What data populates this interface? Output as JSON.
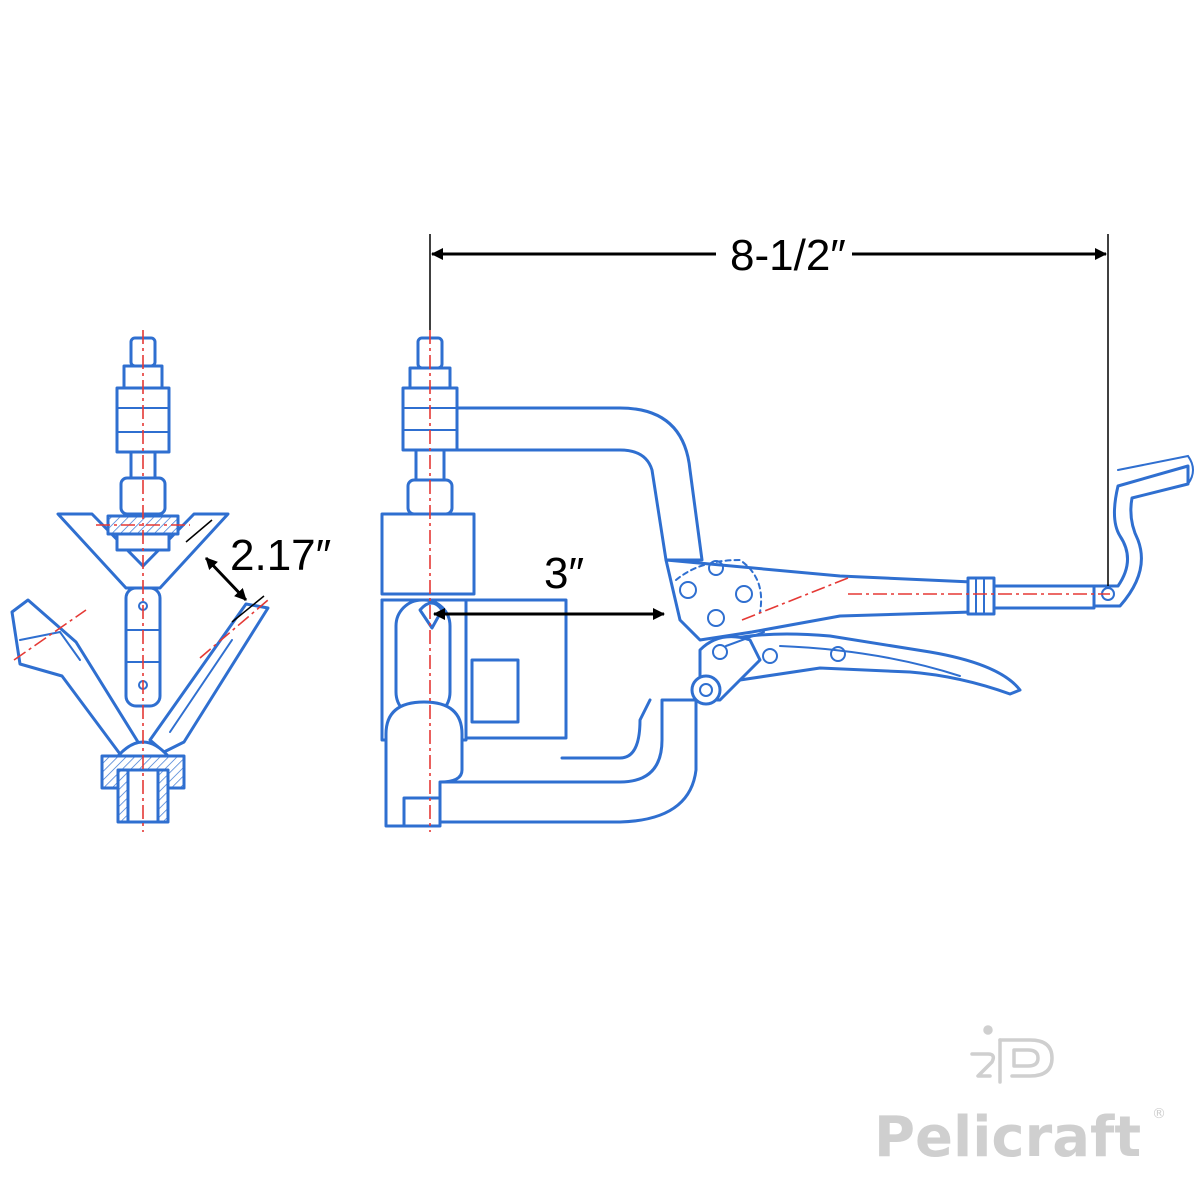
{
  "dimensions": {
    "overall_length": "8-1/2″",
    "throat_depth": "3″",
    "jaw_opening": "2.17″"
  },
  "brand": {
    "name": "Pelicraft",
    "registered_mark": "®",
    "logo_icon": "pelicraft-logo-icon"
  },
  "colors": {
    "outline": "#2f6fd0",
    "centerline": "#e53935",
    "dimension": "#000000",
    "watermark": "#cfcfcf"
  }
}
